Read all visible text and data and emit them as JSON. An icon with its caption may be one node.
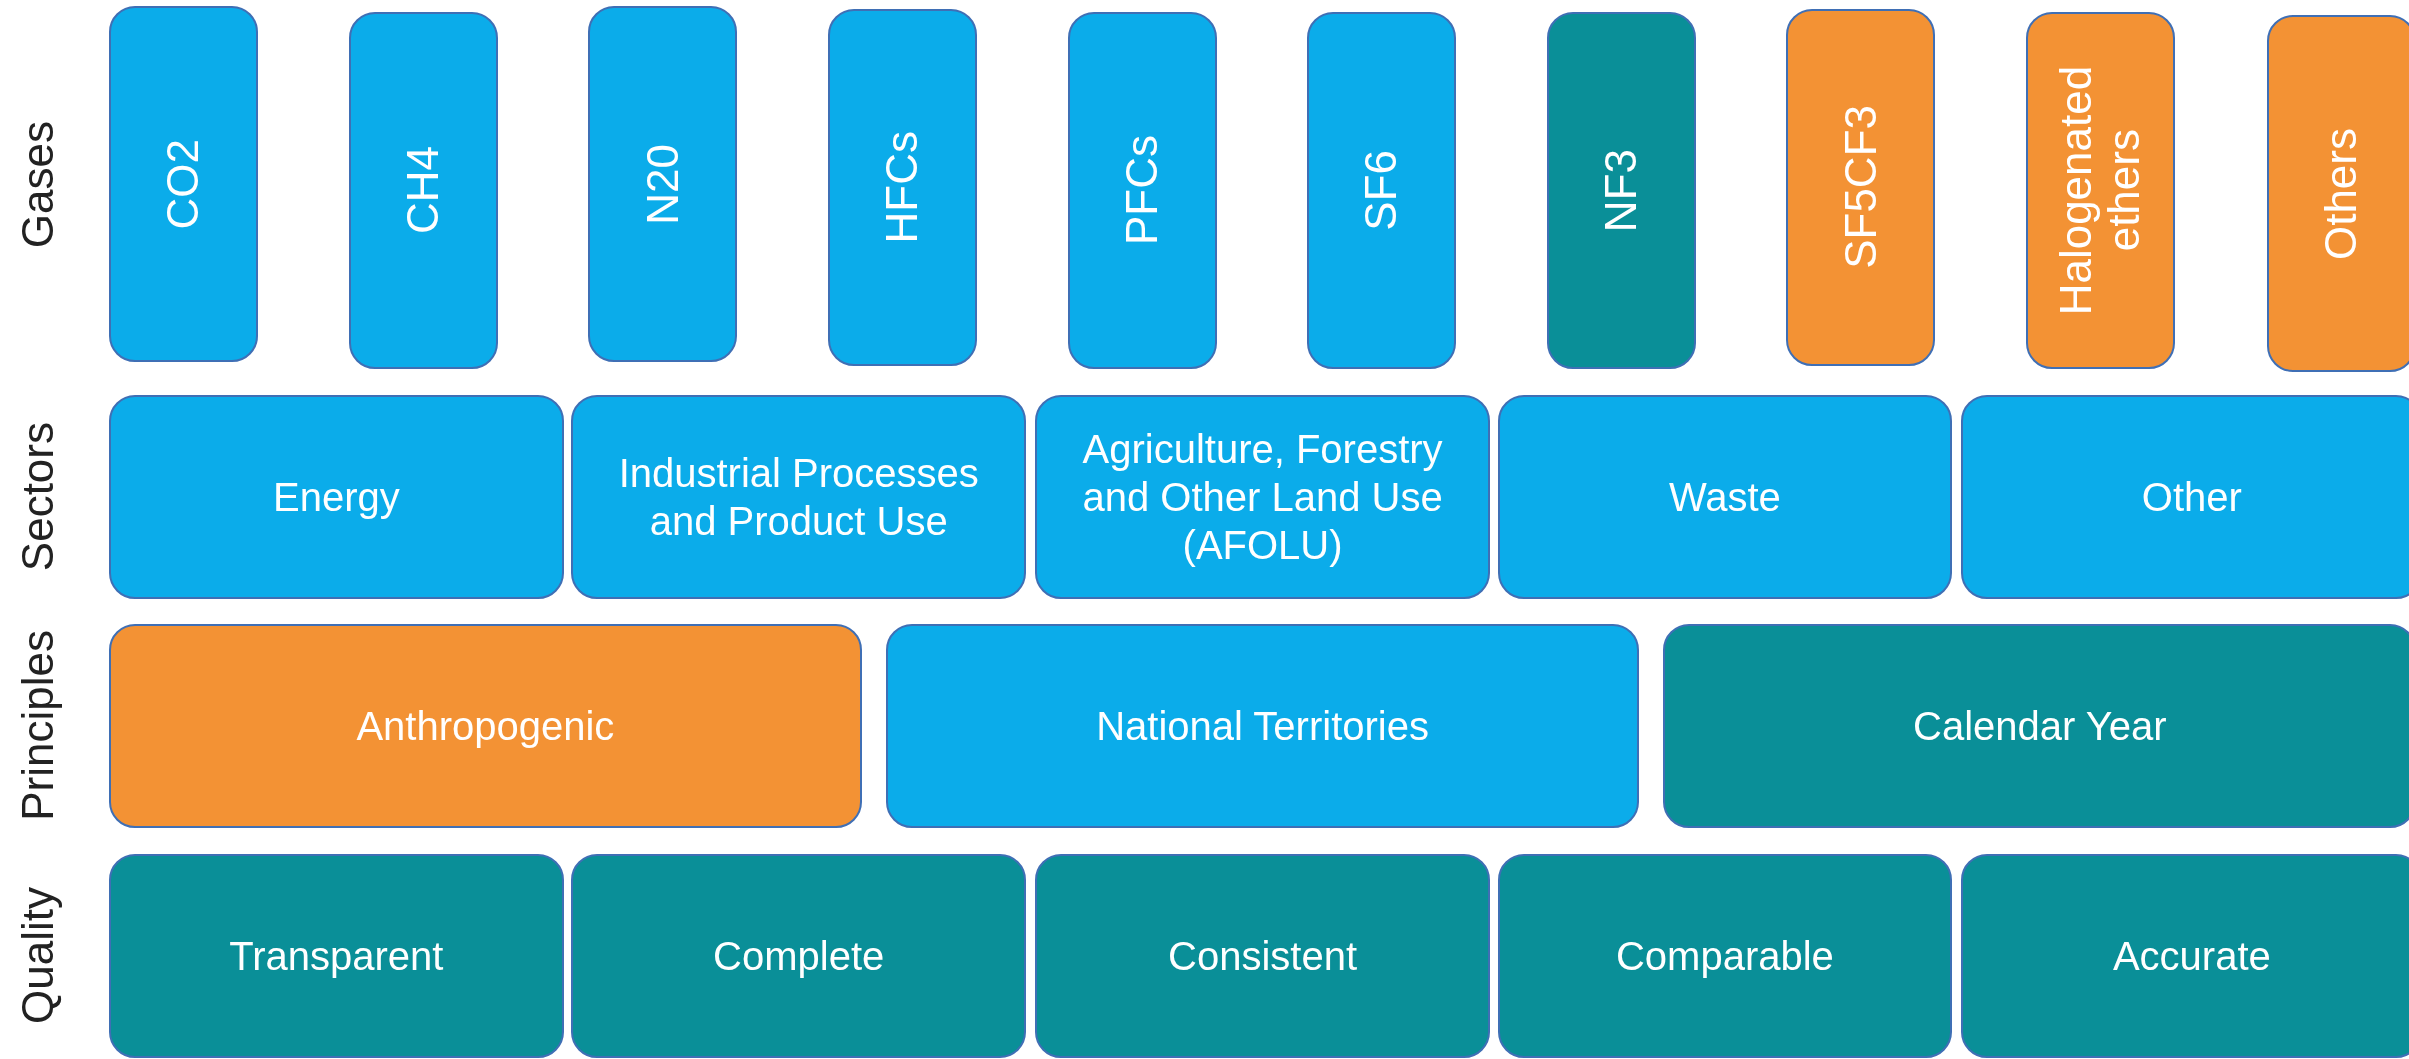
{
  "diagram": {
    "nodes": [
      {
        "text": [
          "CO2"
        ]
      },
      {
        "text": [
          "CH4"
        ]
      },
      {
        "text": [
          "N20"
        ]
      },
      {
        "text": [
          "HFCs"
        ]
      },
      {
        "text": [
          "PFCs"
        ]
      },
      {
        "text": [
          "SF6"
        ]
      },
      {
        "text": [
          "NF3"
        ]
      },
      {
        "text": [
          "SF5CF3"
        ]
      },
      {
        "text": [
          "Halogenated ethers"
        ]
      },
      {
        "text": [
          "Others"
        ]
      },
      {
        "text": [
          "Energy"
        ]
      },
      {
        "text": [
          "Industrial Processes and Product Use"
        ]
      },
      {
        "text": [
          "Agriculture, Forestry and Other Land Use (AFOLU)"
        ]
      },
      {
        "text": [
          "Waste"
        ]
      },
      {
        "text": [
          "Other"
        ]
      },
      {
        "text": [
          "Anthropogenic"
        ]
      },
      {
        "text": [
          "National Territories"
        ]
      },
      {
        "text": [
          "Calendar Year"
        ]
      },
      {
        "text": [
          "Transparent"
        ]
      },
      {
        "text": [
          "Complete"
        ]
      },
      {
        "text": [
          "Consistent"
        ]
      },
      {
        "text": [
          "Comparable"
        ]
      },
      {
        "text": [
          "Accurate"
        ]
      }
    ],
    "labels": [
      "Gases",
      "Sectors",
      "Principles",
      "Quality"
    ]
  }
}
